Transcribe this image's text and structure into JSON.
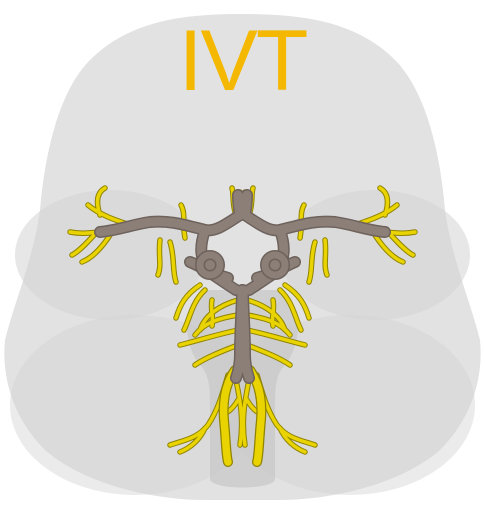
{
  "title": "IVT",
  "colors": {
    "title": "#F5B800",
    "brain": "#E2E2E2",
    "brain_shade": "#D3D3D3",
    "brainstem": "#C8C8C8",
    "artery": "#8C7F78",
    "artery_outline": "#6E625C",
    "branch": "#E9D300",
    "branch_outline": "#8F8300"
  },
  "icons": [
    "brain-base-illustration",
    "circle-of-willis-arteries"
  ]
}
